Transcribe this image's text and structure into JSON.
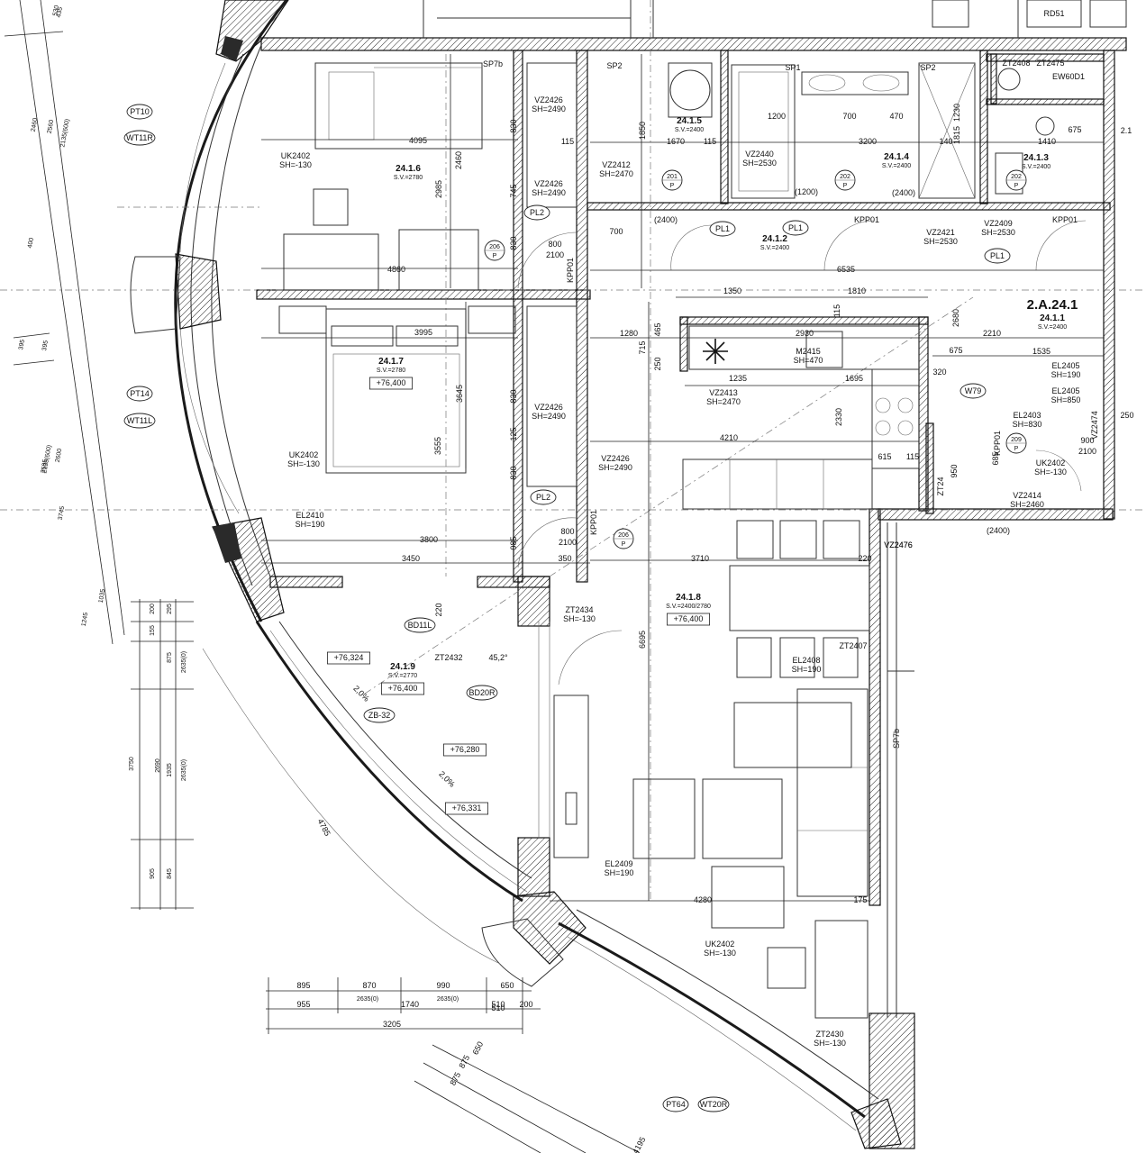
{
  "title": "2.A.24.1",
  "rooms": [
    {
      "id": "24.1.1",
      "label": "24.1.1",
      "sv": "S.V.=2400"
    },
    {
      "id": "24.1.2",
      "label": "24.1.2",
      "sv": "S.V.=2400"
    },
    {
      "id": "24.1.3",
      "label": "24.1.3",
      "sv": "S.V.=2400"
    },
    {
      "id": "24.1.4",
      "label": "24.1.4",
      "sv": "S.V.=2400"
    },
    {
      "id": "24.1.5",
      "label": "24.1.5",
      "sv": "S.V.=2400"
    },
    {
      "id": "24.1.6",
      "label": "24.1.6",
      "sv": "S.V.=2780"
    },
    {
      "id": "24.1.7",
      "label": "24.1.7",
      "sv": "S.V.=2780",
      "level": "+76,400"
    },
    {
      "id": "24.1.8",
      "label": "24.1.8",
      "sv": "S.V.=2400/2780",
      "level": "+76,400"
    },
    {
      "id": "24.1.9",
      "label": "24.1.9",
      "sv": "S.V.=2770",
      "level": "+76,400"
    }
  ],
  "tags": [
    "PT10",
    "WT11R",
    "PT14",
    "WT11L",
    "BD11L",
    "BD20R",
    "ZB-32",
    "PT64",
    "WT20R",
    "PL1",
    "PL2",
    "W79"
  ],
  "door_tags": [
    "206 P",
    "201 P",
    "202 P",
    "209 P"
  ],
  "elements": [
    {
      "code": "UK2402",
      "sh": "SH=-130"
    },
    {
      "code": "VZ2426",
      "sh": "SH=2490"
    },
    {
      "code": "VZ2412",
      "sh": "SH=2470"
    },
    {
      "code": "VZ2440",
      "sh": "SH=2530"
    },
    {
      "code": "VZ2413",
      "sh": "SH=2470"
    },
    {
      "code": "VZ2421",
      "sh": "SH=2530"
    },
    {
      "code": "VZ2409",
      "sh": "SH=2530"
    },
    {
      "code": "VZ2414",
      "sh": "SH=2460"
    },
    {
      "code": "EL2405",
      "sh": "SH=190"
    },
    {
      "code": "EL2405",
      "sh": "SH=850"
    },
    {
      "code": "EL2403",
      "sh": "SH=830"
    },
    {
      "code": "EL2410",
      "sh": "SH=190"
    },
    {
      "code": "EL2408",
      "sh": "SH=190"
    },
    {
      "code": "EL2409",
      "sh": "SH=190"
    },
    {
      "code": "ZT2434",
      "sh": "SH=-130"
    },
    {
      "code": "ZT2430",
      "sh": "SH=-130"
    },
    {
      "code": "ZT2432",
      "sh": ""
    },
    {
      "code": "M2415",
      "sh": "SH=470"
    }
  ],
  "levels": [
    "+76,324",
    "+76,280",
    "+76,331"
  ],
  "slopes": [
    "2,0%",
    "2,0%"
  ],
  "angle": "45,2°",
  "dims": {
    "top_row": [
      "4095",
      "2985",
      "2460",
      "830",
      "745",
      "830",
      "115",
      "1850",
      "1670",
      "115",
      "1200",
      "700",
      "470",
      "3200",
      "140",
      "1815",
      "1230",
      "1410",
      "675"
    ],
    "mid": [
      "4860",
      "3995",
      "3645",
      "3555",
      "830",
      "125",
      "830",
      "1280",
      "715",
      "465",
      "250",
      "1235",
      "2930",
      "115",
      "1695",
      "2330",
      "4210",
      "1535",
      "2210",
      "2680",
      "675",
      "320",
      "900",
      "2100",
      "250",
      "1350",
      "1810",
      "6535",
      "700",
      "800",
      "2100",
      "615",
      "115",
      "950",
      "685"
    ],
    "low": [
      "3800",
      "3450",
      "350",
      "3710",
      "220",
      "6695",
      "4280",
      "175",
      "800",
      "2100",
      "985",
      "510",
      "220"
    ],
    "left_chain": [
      "530",
      "435",
      "2460",
      "2560",
      "2135(600)",
      "400",
      "395",
      "395",
      "2600",
      "2135(600)",
      "2585",
      "3745",
      "1245",
      "1035"
    ],
    "left_vert": [
      "200",
      "155",
      "875",
      "2690",
      "1935",
      "905",
      "3750",
      "295",
      "2635(0)",
      "2635(0)",
      "845"
    ],
    "bottom_row1": [
      "895",
      "870",
      "990",
      "650"
    ],
    "bottom_row2": [
      "955",
      "1740",
      "510",
      "200"
    ],
    "bottom_sub": [
      "2635(0)",
      "2635(0)"
    ],
    "bottom_total": "3205",
    "diag": [
      "650",
      "875",
      "875",
      "4195",
      "4785"
    ]
  },
  "misc": [
    "SP7b",
    "SP2",
    "SP1",
    "KPP01",
    "(2400)",
    "(1200)",
    "RD51",
    "2.1",
    "ZT2407",
    "ZT2408",
    "ZT2475",
    "EW60D1",
    "VZ2474",
    "ZT24",
    "VZ2476"
  ]
}
